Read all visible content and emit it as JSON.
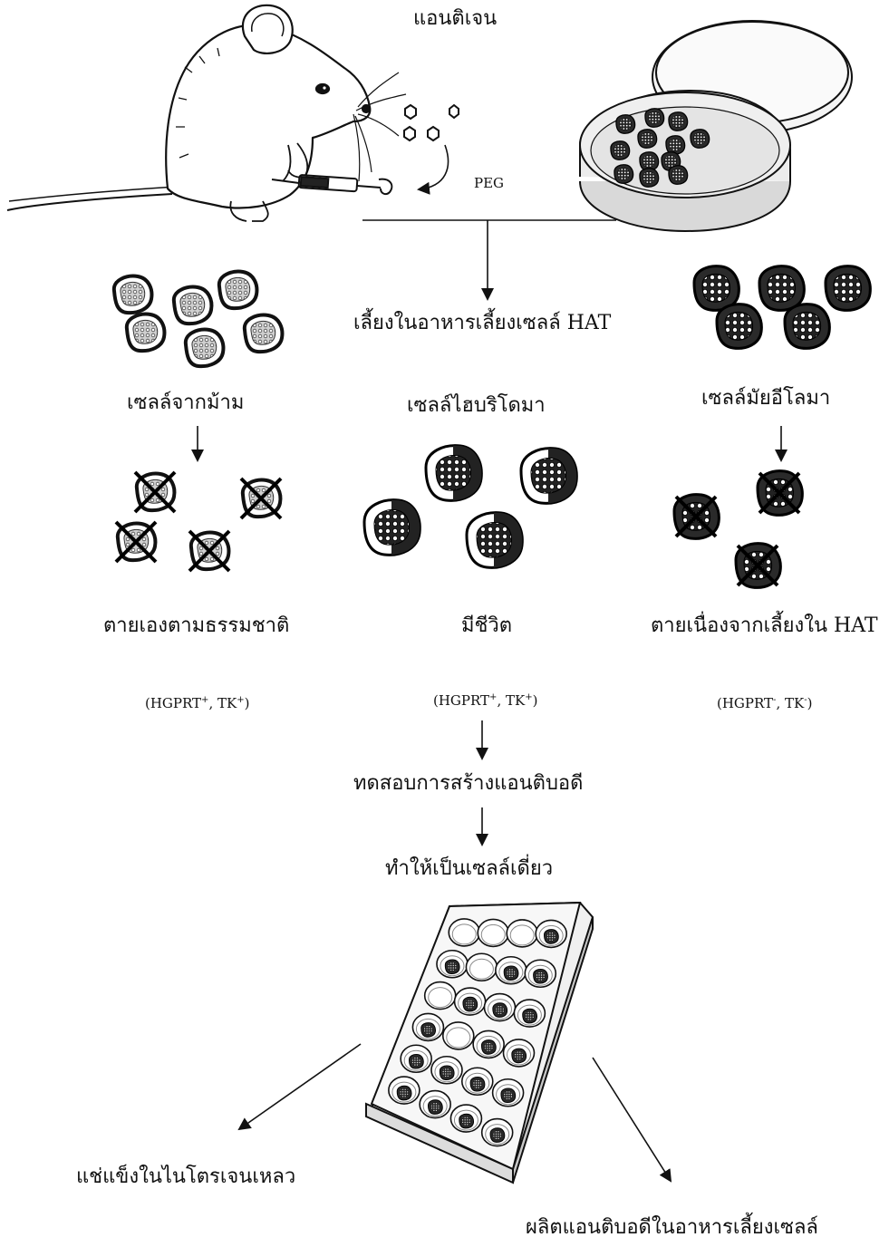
{
  "labels": {
    "antigen": "แอนติเจน",
    "peg": "PEG",
    "culture_hat": "เลี้ยงในอาหารเลี้ยงเซลล์ HAT",
    "spleen_cells": "เซลล์จากม้าม",
    "hybridoma_cells": "เซลล์ไฮบริโดมา",
    "myeloma_cells": "เซลล์มัยอีโลมา",
    "die_naturally": "ตายเองตามธรรมชาติ",
    "survive": "มีชีวิต",
    "die_in_hat": "ตายเนื่องจากเลี้ยงใน HAT",
    "test_antibody": "ทดสอบการสร้างแอนติบอดี",
    "single_cell": "ทำให้เป็นเซลล์เดี่ยว",
    "freeze": "แช่แข็งในไนโตรเจนเหลว",
    "produce_antibody": "ผลิตแอนติบอดีในอาหารเลี้ยงเซลล์"
  },
  "genotypes": {
    "spleen": {
      "a": "(HGPRT",
      "a_sup": "+",
      "sep": ", TK",
      "b_sup": "+",
      "end": ")"
    },
    "hybridoma": {
      "a": "(HGPRT",
      "a_sup": "+",
      "sep": ", TK",
      "b_sup": "+",
      "end": ")"
    },
    "myeloma": {
      "a": "(HGPRT",
      "a_sup": "-",
      "sep": ", TK",
      "b_sup": "-",
      "end": ")"
    }
  },
  "icons": [
    "mouse-icon",
    "syringe-icon",
    "petri-dish-icon",
    "cell-icon",
    "dead-cell-icon",
    "well-plate-icon",
    "arrow-icon"
  ]
}
